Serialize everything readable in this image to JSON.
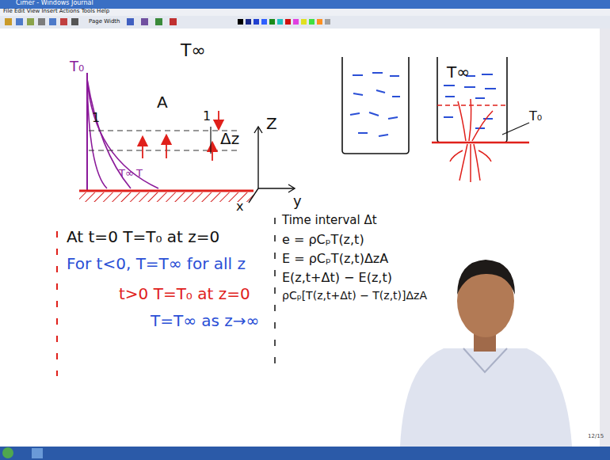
{
  "diagram": {
    "labels": [
      "Cimer - Windows Journal",
      "File Edit View Insert Actions Tools Help",
      "Page Width",
      "T∞",
      "T₀",
      "A",
      "1",
      "1",
      "Δz",
      "Z",
      "y",
      "x",
      "T∞",
      "T",
      "T∞",
      "T₀",
      "At t=0  T=T₀ at z=0",
      "For t<0, T=T∞ for all z",
      "t>0  T=T₀ at z=0",
      "T=T∞ as z→∞",
      "Time interval Δt",
      "e = ρCₚT(z,t)",
      "E = ρCₚT(z,t)ΔzA",
      "E(z,t+Δt) − E(z,t)",
      "ρCₚ[T(z,t+Δt) − T(z,t)]ΔzA",
      "12/15"
    ]
  }
}
